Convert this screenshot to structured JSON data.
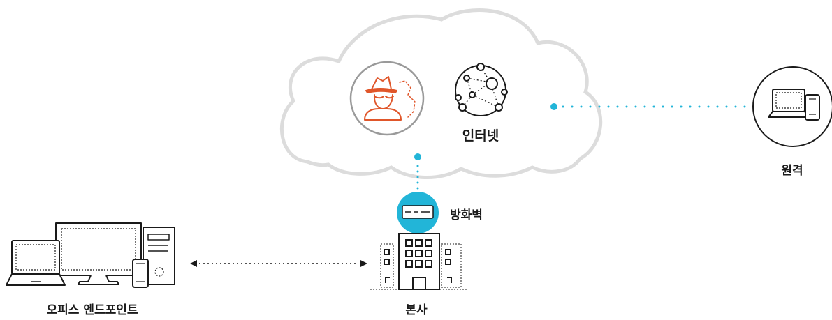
{
  "labels": {
    "internet": "인터넷",
    "remote": "원격",
    "firewall": "방화벽",
    "headquarters": "본사",
    "office_endpoints": "오피스 엔드포인트"
  },
  "colors": {
    "cloud_stroke": "#dcdcdc",
    "circle_stroke": "#9a9a9a",
    "threat": "#e0562a",
    "accent": "#22b5d8",
    "dark": "#1a1a1a"
  },
  "icons": {
    "threat": "hacker-icon",
    "network": "network-nodes-icon",
    "remote": "laptop-phone-icon",
    "firewall": "firewall-appliance-icon",
    "building": "office-building-icon",
    "endpoints": "computer-devices-icon"
  }
}
